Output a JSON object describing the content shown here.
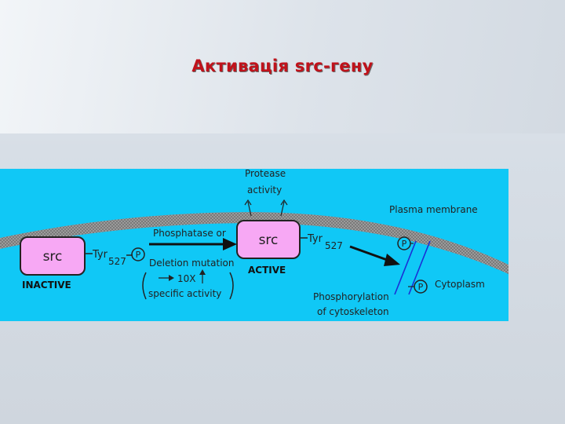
{
  "slide": {
    "title": "Активація src-гену"
  },
  "diagram": {
    "colors": {
      "background": "#10c8f6",
      "membrane": "#808080",
      "box_fill": "#f7a8f4",
      "title": "#c0121b",
      "line_blue": "#1a2fd6"
    },
    "inactive": {
      "box_label": "src",
      "state_label": "INACTIVE",
      "tyr": "Tyr",
      "tyr_num": "527",
      "phospho": "P"
    },
    "reaction": {
      "top_label": "Phosphatase or",
      "bottom_label": "Deletion mutation",
      "fold": "10X",
      "specific": "specific activity"
    },
    "active": {
      "box_label": "src",
      "state_label": "ACTIVE",
      "tyr": "Tyr",
      "tyr_num": "527"
    },
    "protease_line1": "Protease",
    "protease_line2": "activity",
    "plasma_membrane": "Plasma membrane",
    "cytoplasm": "Cytoplasm",
    "phospho_marker": "P",
    "phosphorylation_line1": "Phosphorylation",
    "phosphorylation_line2": "of cytoskeleton"
  }
}
